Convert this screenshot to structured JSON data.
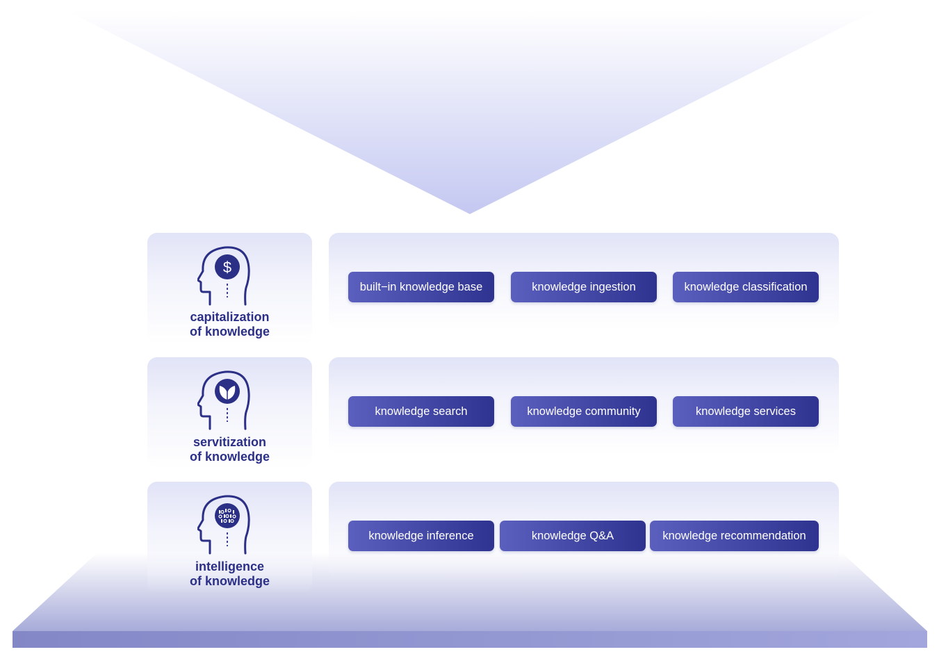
{
  "colors": {
    "accent": "#2b2f86",
    "pill_start": "#5b5fbd",
    "pill_end": "#2f3390",
    "card_tint": "#e1e3f7",
    "base_bar": "#8e92cc"
  },
  "levels": [
    {
      "icon": "head-dollar-icon",
      "label_line1": "capitalization",
      "label_line2": "of knowledge",
      "items": [
        "built−in knowledge base",
        "knowledge ingestion",
        "knowledge classification"
      ]
    },
    {
      "icon": "head-leaf-icon",
      "label_line1": "servitization",
      "label_line2": "of knowledge",
      "items": [
        "knowledge search",
        "knowledge community",
        "knowledge services"
      ]
    },
    {
      "icon": "head-binary-icon",
      "label_line1": "intelligence",
      "label_line2": "of knowledge",
      "items": [
        "knowledge inference",
        "knowledge Q&A",
        "knowledge recommendation"
      ]
    }
  ]
}
